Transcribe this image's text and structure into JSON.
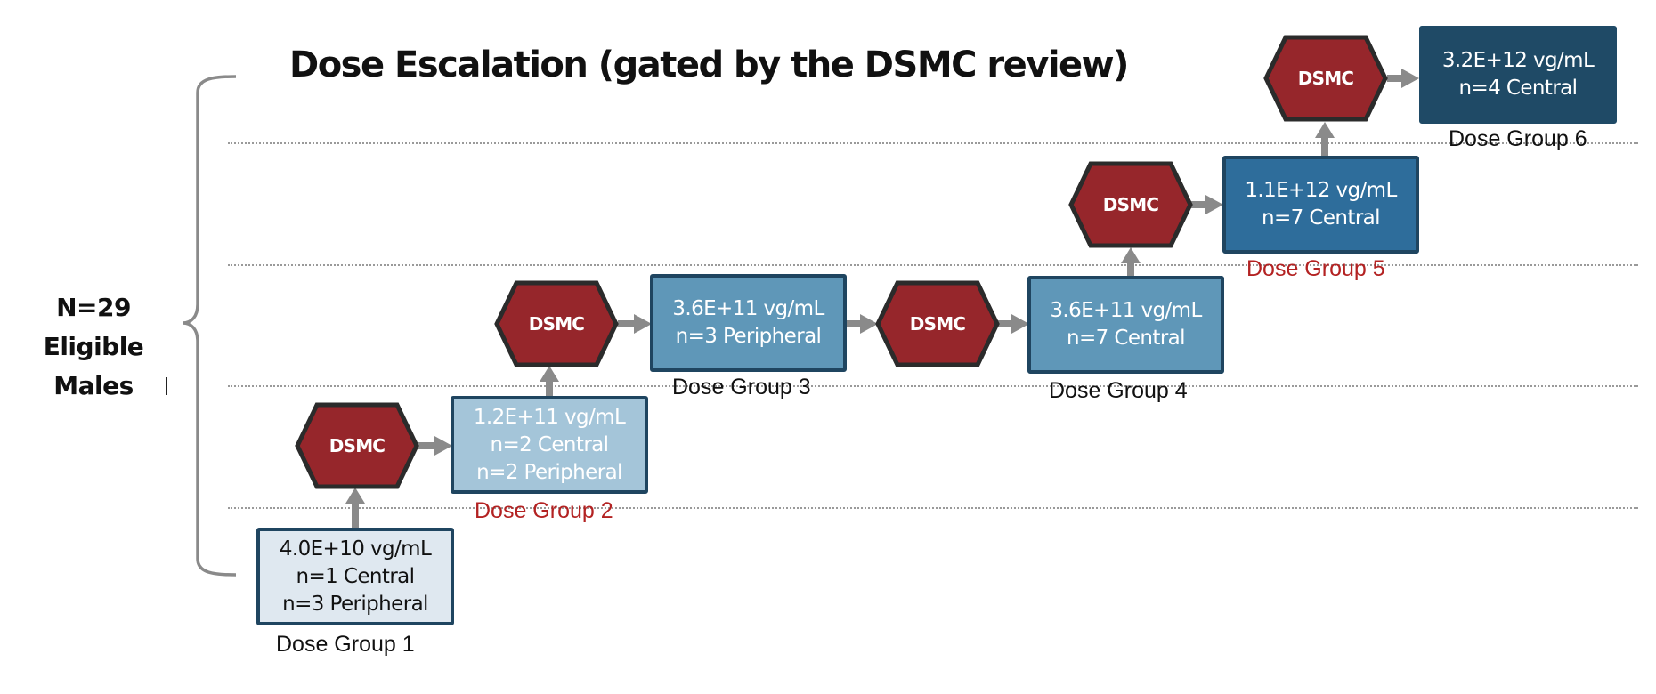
{
  "title": "Dose Escalation (gated by the DSMC review)",
  "population": {
    "count_label": "N=29",
    "description": "Eligible Males"
  },
  "review_label": "DSMC",
  "colors": {
    "dsmc_fill": "#96262b",
    "dsmc_border": "#2b2b2b",
    "box_border": "#1f4560",
    "arrow": "#8a8a8a",
    "label_black": "#111111",
    "label_red": "#b32222",
    "dotted_line": "#9a9a9a"
  },
  "dose_groups": [
    {
      "name": "Dose Group 1",
      "dose": "4.0E+10 vg/mL",
      "lines": [
        "n=1 Central",
        "n=3 Peripheral"
      ],
      "fill": "#dfe8f0",
      "text_color": "#111111",
      "label_color": "#111111"
    },
    {
      "name": "Dose Group 2",
      "dose": "1.2E+11 vg/mL",
      "lines": [
        "n=2 Central",
        "n=2 Peripheral"
      ],
      "fill": "#a4c5d9",
      "text_color": "#ffffff",
      "label_color": "#b32222"
    },
    {
      "name": "Dose Group 3",
      "dose": "3.6E+11 vg/mL",
      "lines": [
        "n=3 Peripheral"
      ],
      "fill": "#5f97b8",
      "text_color": "#ffffff",
      "label_color": "#111111"
    },
    {
      "name": "Dose Group 4",
      "dose": "3.6E+11 vg/mL",
      "lines": [
        "n=7 Central"
      ],
      "fill": "#5f97b8",
      "text_color": "#ffffff",
      "label_color": "#111111"
    },
    {
      "name": "Dose Group 5",
      "dose": "1.1E+12 vg/mL",
      "lines": [
        "n=7 Central"
      ],
      "fill": "#2e6d9b",
      "text_color": "#ffffff",
      "label_color": "#b32222"
    },
    {
      "name": "Dose Group 6",
      "dose": "3.2E+12 vg/mL",
      "lines": [
        "n=4 Central"
      ],
      "fill": "#1f4a66",
      "text_color": "#ffffff",
      "label_color": "#111111"
    }
  ]
}
